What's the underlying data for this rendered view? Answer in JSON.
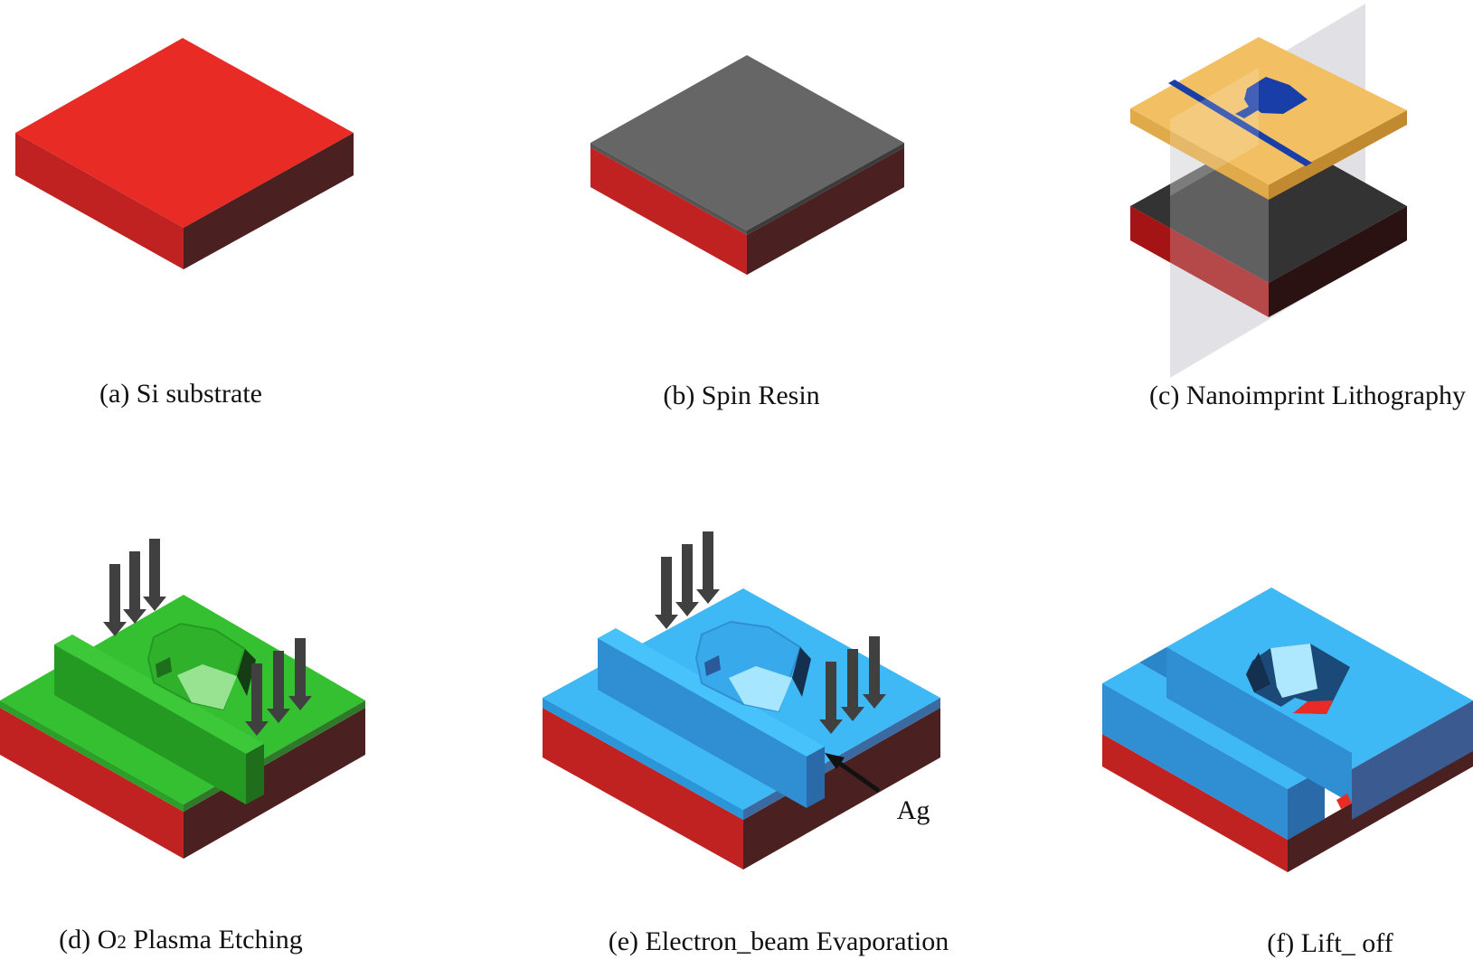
{
  "captions": {
    "a": "(a) Si substrate",
    "b": "(b) Spin Resin",
    "c": "(c) Nanoimprint Lithography",
    "d_prefix": "(d) O",
    "d_sub": "2",
    "d_suffix": " Plasma Etching",
    "e": "(e) Electron_beam Evaporation",
    "f": "(f) Lift_ off"
  },
  "labels": {
    "ag": "Ag"
  },
  "colors": {
    "si_top": "#e92b26",
    "si_left": "#c02222",
    "si_right": "#4a2020",
    "resin_top": "#666666",
    "mold_gold": "#f2c062",
    "mold_pattern": "#1a3ea8",
    "mold_plane": "#d8d8dc",
    "resist_green": "#34c030",
    "ag_blue": "#3fb8f6",
    "arrow": "#404040"
  }
}
